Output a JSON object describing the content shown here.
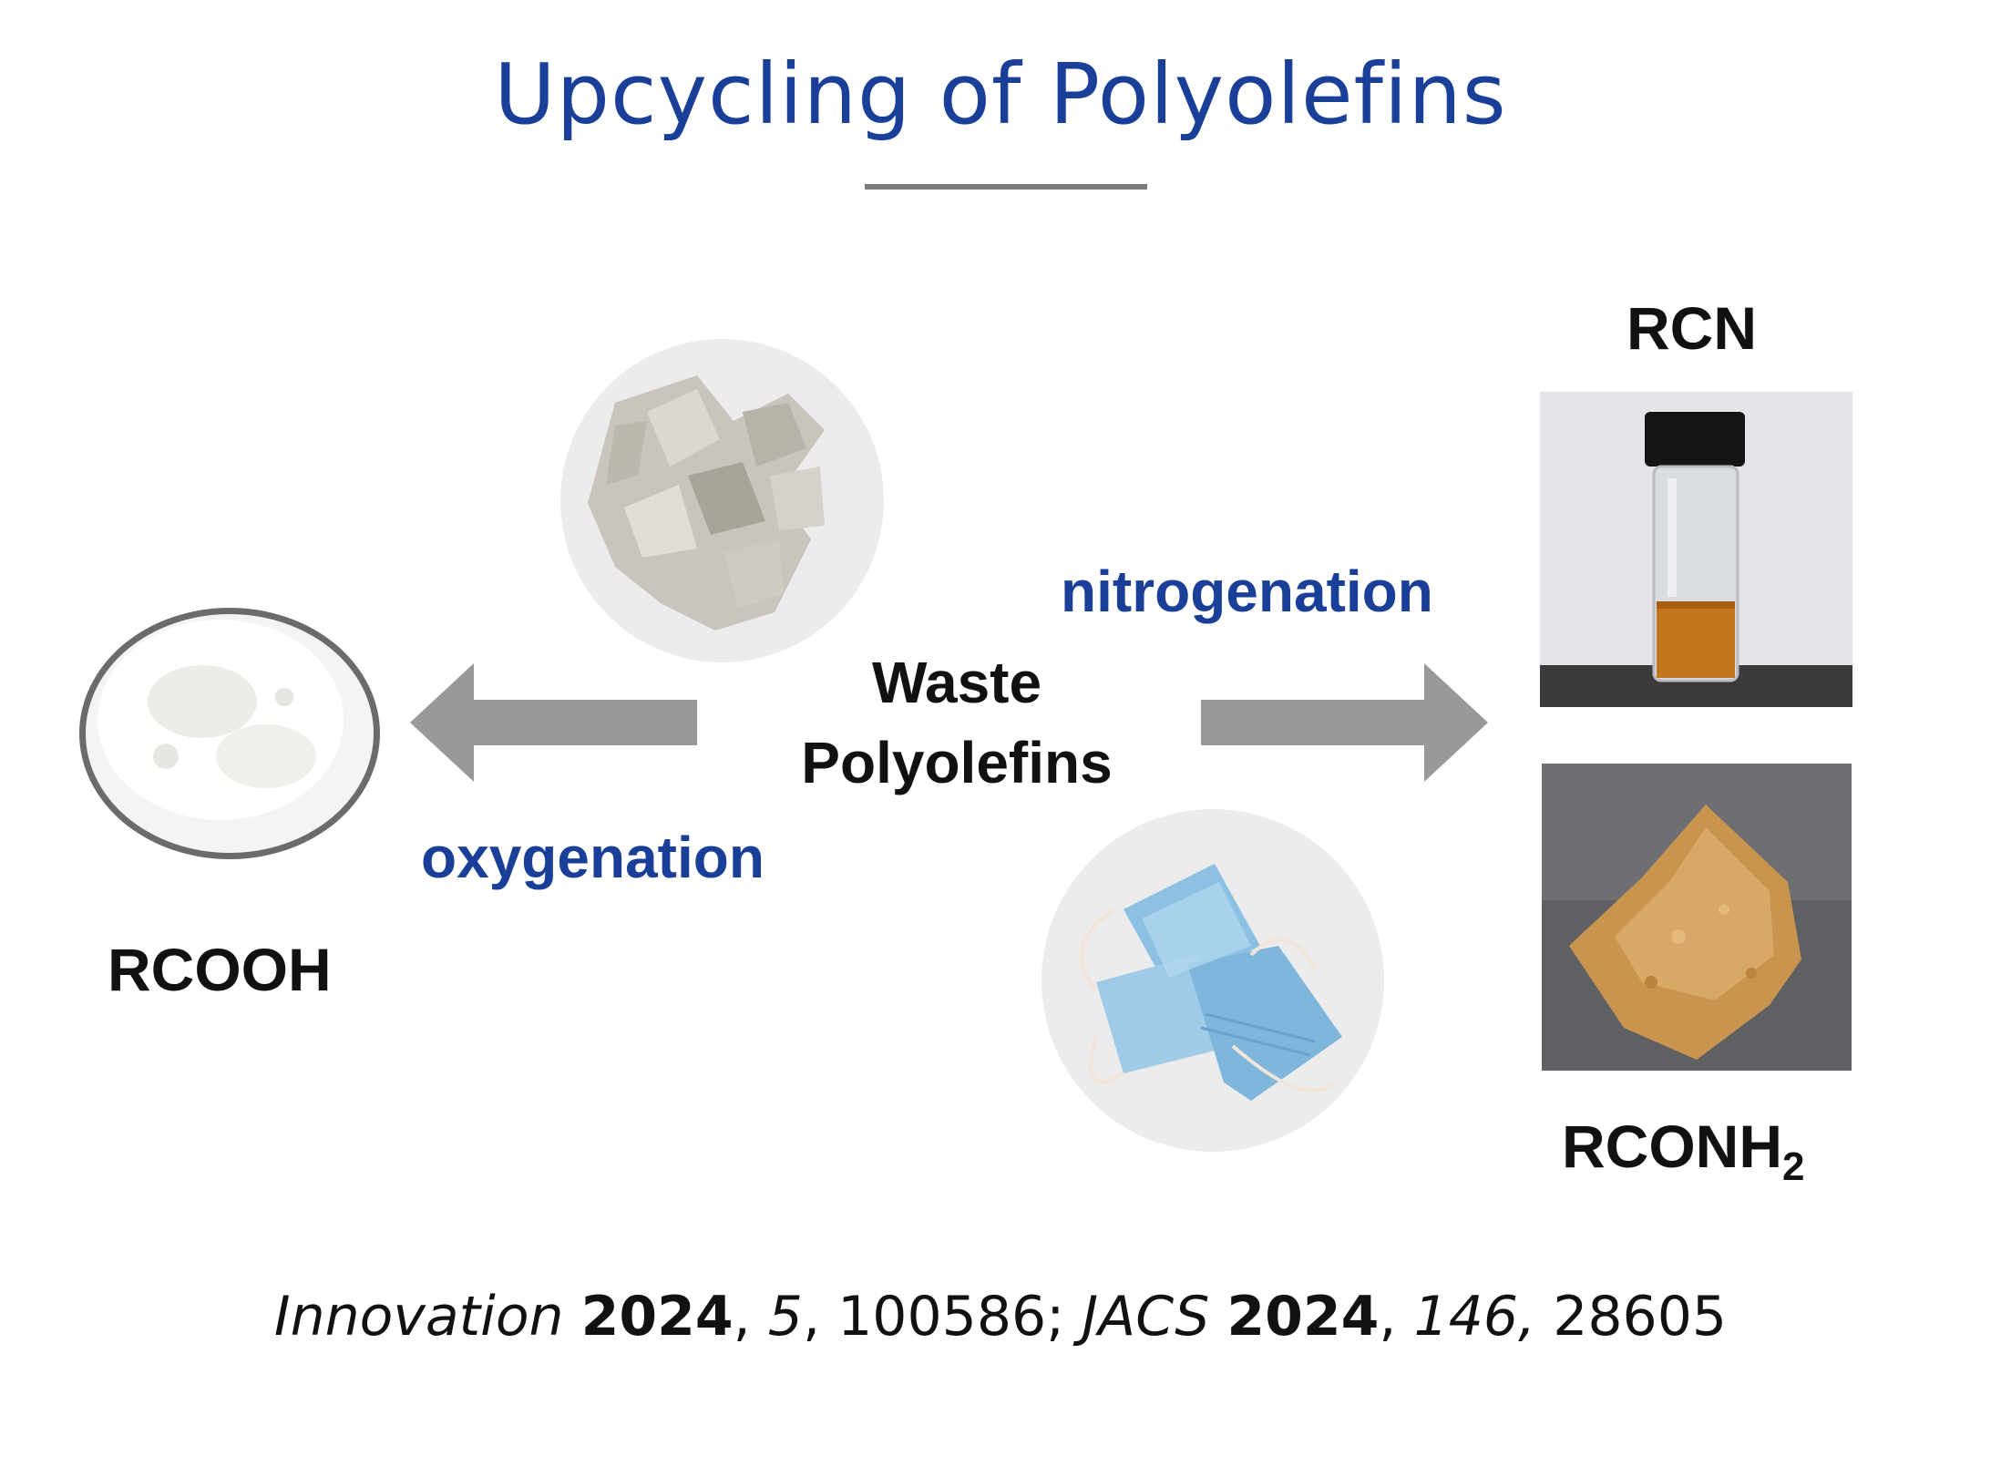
{
  "title": "Upcycling of Polyolefins",
  "center": {
    "line1": "Waste",
    "line2": "Polyolefins"
  },
  "processes": {
    "left": "oxygenation",
    "right": "nitrogenation"
  },
  "products": {
    "left": "RCOOH",
    "right_top": "RCN",
    "right_bottom_main": "RCONH",
    "right_bottom_sub": "2"
  },
  "citation": {
    "journal1": "Innovation",
    "year1": "2024",
    "sep1": ", ",
    "vol1": "5",
    "page1": ", 100586; ",
    "journal2": "JACS",
    "year2": "2024",
    "sep2": ", ",
    "vol2": "146,",
    "page2": " 28605"
  },
  "colors": {
    "accent": "#1a3f98",
    "arrow": "#999999",
    "rule": "#7a7a7a"
  },
  "icons": [
    "polyolefin-foam-icon",
    "face-mask-icon",
    "white-powder-icon",
    "vial-icon",
    "tan-powder-icon",
    "left-arrow-icon",
    "right-arrow-icon"
  ]
}
